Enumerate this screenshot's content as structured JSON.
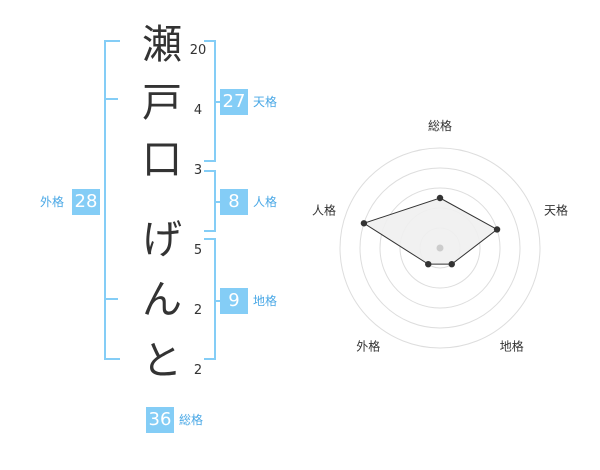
{
  "name_chars": [
    {
      "char": "瀬",
      "strokes": "20"
    },
    {
      "char": "戸",
      "strokes": "4"
    },
    {
      "char": "口",
      "strokes": "3"
    },
    {
      "char": "げ",
      "strokes": "5"
    },
    {
      "char": "ん",
      "strokes": "2"
    },
    {
      "char": "と",
      "strokes": "2"
    }
  ],
  "kaku": {
    "tenkaku": {
      "value": "27",
      "label": "天格"
    },
    "jinkaku": {
      "value": "8",
      "label": "人格"
    },
    "chikaku": {
      "value": "9",
      "label": "地格"
    },
    "gaikaku": {
      "value": "28",
      "label": "外格"
    },
    "soukaku": {
      "value": "36",
      "label": "総格"
    }
  },
  "chart_data": {
    "type": "radar",
    "axes": [
      "総格",
      "天格",
      "地格",
      "外格",
      "人格"
    ],
    "values": [
      2.5,
      3,
      1,
      1,
      4
    ],
    "rmax": 5,
    "rings": 5,
    "colors": {
      "fill": "#f0f0f0",
      "stroke": "#333333",
      "grid": "#dddddd",
      "center": "#cccccc",
      "point": "#333333"
    }
  }
}
